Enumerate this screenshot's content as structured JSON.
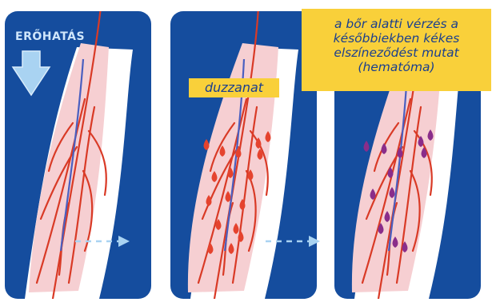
{
  "panels": {
    "force_label": "ERŐHATÁS",
    "swelling_label": "duzzanat",
    "hematoma_label": "a bőr alatti vérzés a\nkésőbbiekben kékes\nelszíneződést mutat\n(hematóma)"
  },
  "colors": {
    "panel_bg": "#154d9e",
    "label_bg": "#f9d03a",
    "label_text": "#1b3f8e",
    "tissue": "#f6cfd2",
    "skin": "#ffffff",
    "artery": "#d93a26",
    "vein": "#4a5fc0",
    "swelling_drop": "#e5432e",
    "hematoma_drop": "#8a2d8a",
    "arrow": "#a9d3f2"
  },
  "icons": {
    "force_arrow": "down-arrow-icon",
    "transition_arrow": "dashed-right-arrow-icon"
  }
}
